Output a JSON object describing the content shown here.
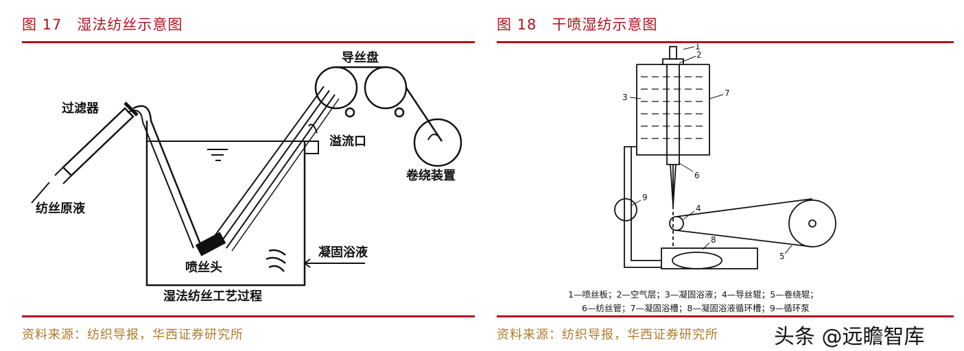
{
  "left": {
    "fig_num": "图 17",
    "fig_title": "湿法纺丝示意图",
    "labels": {
      "filter": "过滤器",
      "spinning_dope": "纺丝原液",
      "guide_disk": "导丝盘",
      "overflow": "溢流口",
      "winding": "卷绕装置",
      "coag_bath": "凝固浴液",
      "spinneret": "喷丝头",
      "process": "湿法纺丝工艺过程"
    },
    "source": "资料来源：纺织导报，华西证券研究所"
  },
  "right": {
    "fig_num": "图 18",
    "fig_title": "干喷湿纺示意图",
    "numbers": [
      "1",
      "2",
      "3",
      "4",
      "5",
      "6",
      "7",
      "8",
      "9"
    ],
    "legend_line1": "1—喷丝板；2—空气层；3—凝固浴液；4—导丝辊；5—卷绕辊；",
    "legend_line2": "6—纺丝管；7—凝固浴槽；8—凝固浴液循环槽；9—循环泵",
    "source": "资料来源：纺织导报，华西证券研究所"
  },
  "watermark": "头条 @远瞻智库",
  "colors": {
    "accent": "#b0121b",
    "source_text": "#b07a2b",
    "line_art": "#111111"
  }
}
